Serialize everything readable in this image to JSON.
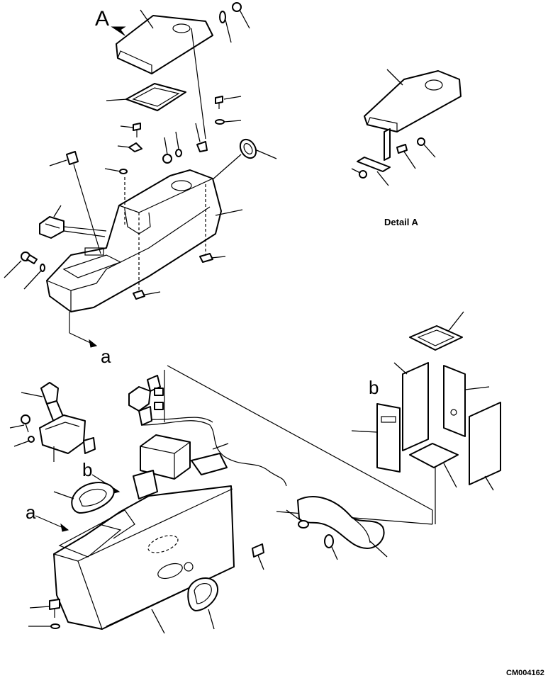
{
  "labels": {
    "view_a": "A",
    "detail_a": "Detail A",
    "ref_a_lower": "a",
    "ref_b_lower": "b",
    "ref_a_upper_arrow": "a",
    "ref_b_panels": "b",
    "drawing_code": "CM004162"
  },
  "colors": {
    "line": "#000000",
    "background": "#ffffff"
  }
}
